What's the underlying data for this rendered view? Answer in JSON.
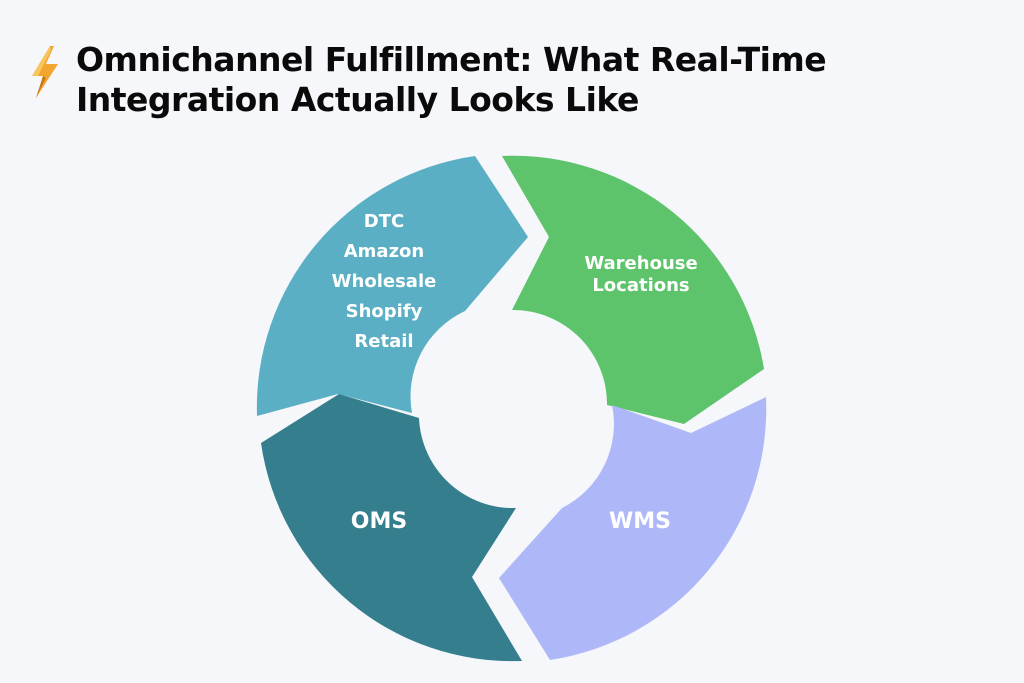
{
  "title": {
    "line1": "Omnichannel Fulfillment: What Real-Time",
    "line2": "Integration Actually Looks Like"
  },
  "icon": "lightning-bolt",
  "colors": {
    "background": "#f6f7fb",
    "channels": "#5aafc4",
    "warehouse": "#5ec46c",
    "wms": "#aeb8f8",
    "oms": "#347e8e",
    "label": "#ffffff"
  },
  "segments": {
    "channels": {
      "items": [
        "DTC",
        "Amazon",
        "Wholesale",
        "Shopify",
        "Retail"
      ]
    },
    "warehouse": {
      "lines": [
        "Warehouse",
        "Locations"
      ]
    },
    "wms": {
      "label": "WMS"
    },
    "oms": {
      "label": "OMS"
    }
  }
}
